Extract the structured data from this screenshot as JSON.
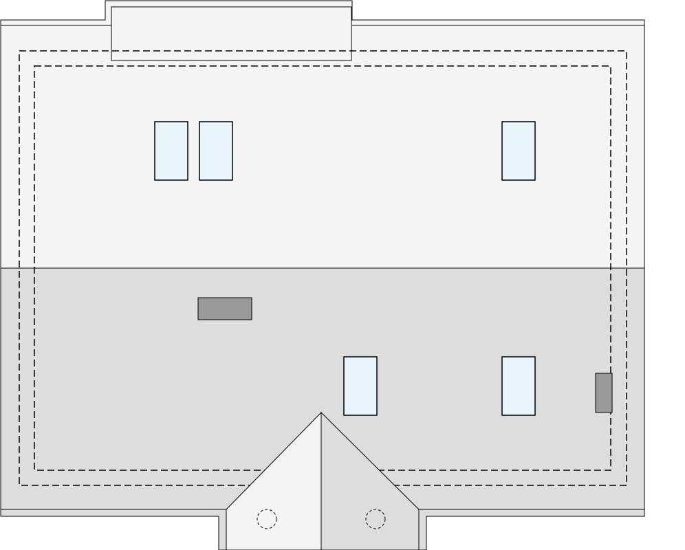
{
  "drawing": {
    "type": "roof-plan",
    "colors": {
      "background": "#ffffff",
      "roof_upper": "#f4f4f4",
      "roof_lower": "#dddddd",
      "gable_left": "#f4f4f4",
      "gable_right": "#dddddd",
      "window_glass": "#e8f5fd",
      "chimney": "#999999",
      "line": "#000000"
    },
    "elements": {
      "skylights": 5,
      "chimneys": 2,
      "roof_drains": 2,
      "dormers": 1,
      "gables": 1
    }
  }
}
